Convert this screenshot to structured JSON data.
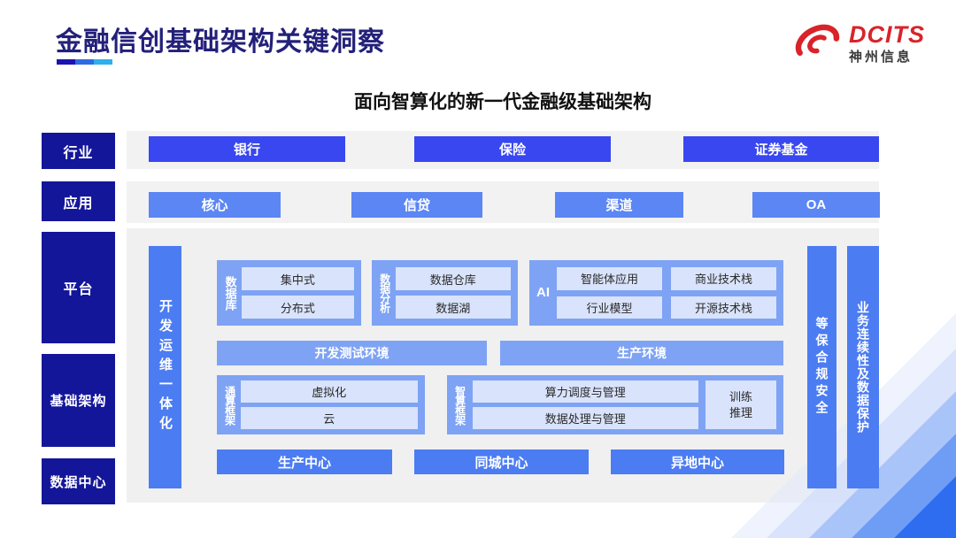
{
  "header": {
    "title": "金融信创基础架构关键洞察",
    "logo": {
      "brand": "DCITS",
      "company": "神州信息"
    },
    "subtitle": "面向智算化的新一代金融级基础架构"
  },
  "colors": {
    "brand_red": "#d9232a",
    "title_navy": "#23207a",
    "layer_label_navy": "#14169a",
    "industry_button_blue": "#3847ef",
    "app_button_blue": "#5b86f3",
    "bar_blue": "#4b7cf2",
    "group_blue": "#7ea3f4",
    "chip_light_blue": "#d9e3fb",
    "band_gray": "#f2f2f3"
  },
  "layers": {
    "industry": {
      "label": "行业",
      "items": [
        "银行",
        "保险",
        "证券基金"
      ]
    },
    "application": {
      "label": "应用",
      "items": [
        "核心",
        "信贷",
        "渠道",
        "OA"
      ]
    },
    "platform": {
      "label": "平台"
    },
    "infrastructure": {
      "label": "基础架构"
    },
    "datacenter": {
      "label": "数据中心"
    }
  },
  "diagram": {
    "devops_bar": "开发运维一体化",
    "groups": {
      "database": {
        "label": "数据库",
        "items": [
          "集中式",
          "分布式"
        ]
      },
      "analytics": {
        "label": "数据分析",
        "items": [
          "数据仓库",
          "数据湖"
        ]
      },
      "ai": {
        "label": "AI",
        "items": [
          "智能体应用",
          "商业技术栈",
          "行业模型",
          "开源技术栈"
        ]
      },
      "general_compute": {
        "label": "通算框架",
        "items": [
          "虚拟化",
          "云"
        ]
      },
      "smart_compute": {
        "label": "智算框架",
        "items": [
          "算力调度与管理",
          "数据处理与管理"
        ],
        "side_item": "训练\n推理"
      }
    },
    "environments": [
      "开发测试环境",
      "生产环境"
    ],
    "centers": [
      "生产中心",
      "同城中心",
      "异地中心"
    ],
    "right_bars": [
      "等保合规安全",
      "业务连续性及数据保护"
    ]
  }
}
